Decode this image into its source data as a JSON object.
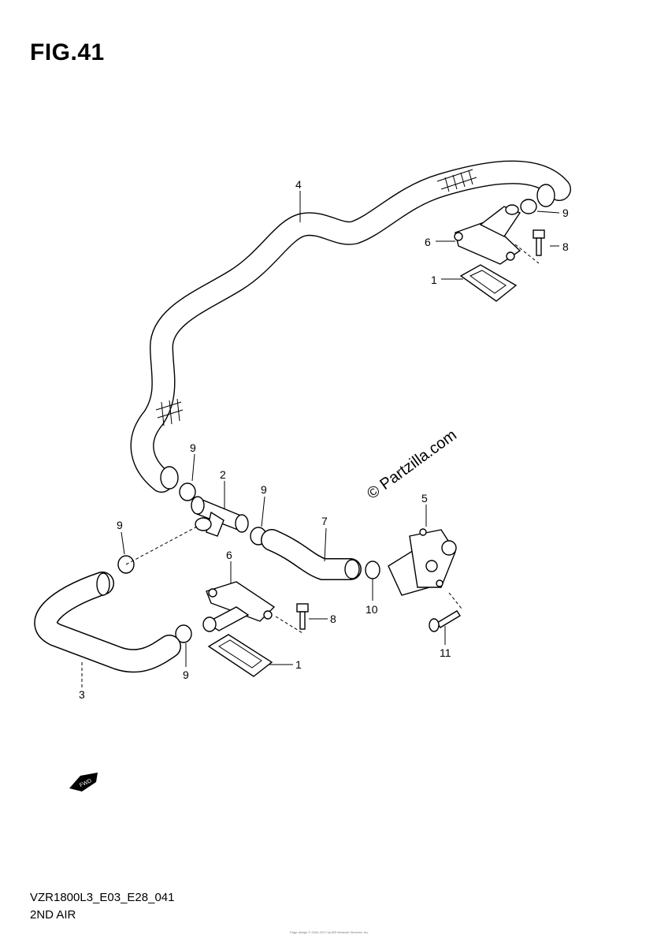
{
  "figure": {
    "title": "FIG.41",
    "code": "VZR1800L3_E03_E28_041",
    "subtitle": "2ND AIR",
    "watermark": "© Partzilla.com",
    "copyright": "Page design © 2004-2017 by ARI Network Services, Inc."
  },
  "callouts": {
    "c1_top": "1",
    "c1_bottom": "1",
    "c2": "2",
    "c3": "3",
    "c4": "4",
    "c5": "5",
    "c6_top": "6",
    "c6_bottom": "6",
    "c7": "7",
    "c8_top": "8",
    "c8_bottom": "8",
    "c9_top_right": "9",
    "c9_left_upper": "9",
    "c9_mid": "9",
    "c9_left": "9",
    "c9_bottom": "9",
    "c10": "10",
    "c11": "11"
  },
  "fwd_label": "FWD",
  "icons": {
    "forward_arrow": "fwd-arrow-icon"
  }
}
